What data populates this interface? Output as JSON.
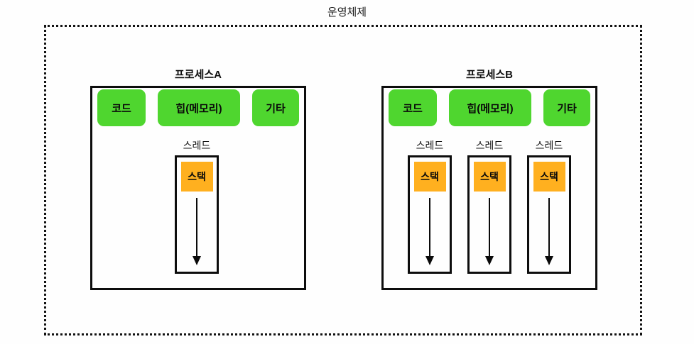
{
  "diagram": {
    "title": "운영체제",
    "container_label": "os-dotted-boundary",
    "processes": [
      {
        "id": "process-a",
        "title": "프로세스A",
        "segments": [
          {
            "label": "코드"
          },
          {
            "label": "힙(메모리)"
          },
          {
            "label": "기타"
          }
        ],
        "threads": [
          {
            "label": "스레드",
            "stack_label": "스택",
            "arrow": "down-arrow"
          }
        ]
      },
      {
        "id": "process-b",
        "title": "프로세스B",
        "segments": [
          {
            "label": "코드"
          },
          {
            "label": "힙(메모리)"
          },
          {
            "label": "기타"
          }
        ],
        "threads": [
          {
            "label": "스레드",
            "stack_label": "스택",
            "arrow": "down-arrow"
          },
          {
            "label": "스레드",
            "stack_label": "스택",
            "arrow": "down-arrow"
          },
          {
            "label": "스레드",
            "stack_label": "스택",
            "arrow": "down-arrow"
          }
        ]
      }
    ],
    "colors": {
      "segment_green": "#4fd62f",
      "stack_orange": "#ffb01f",
      "stroke_black": "#0d0d0d",
      "background": "#fefefe",
      "text": "#101010"
    }
  }
}
